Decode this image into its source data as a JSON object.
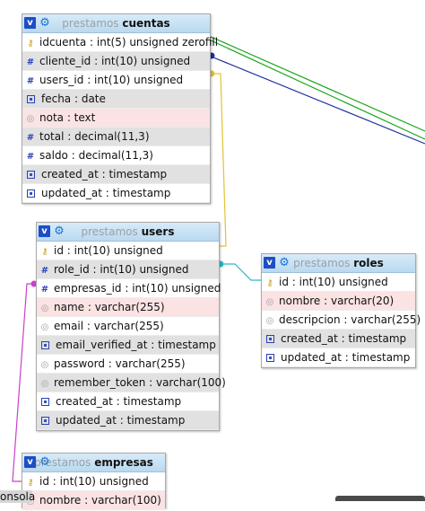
{
  "colors": {
    "link_green": "#1aa51a",
    "link_blue": "#1c2f9e",
    "link_yellow": "#e2c333",
    "link_cyan": "#27b9c7",
    "link_magenta": "#cc3fcc"
  },
  "tables": {
    "cuentas": {
      "db": "prestamos",
      "name": "cuentas",
      "rows": [
        {
          "icon": "key-icon",
          "text": "idcuenta : int(5) unsigned zerofill"
        },
        {
          "icon": "number-icon",
          "text": "cliente_id : int(10) unsigned"
        },
        {
          "icon": "number-icon",
          "text": "users_id : int(10) unsigned"
        },
        {
          "icon": "datetime-icon",
          "text": "fecha : date"
        },
        {
          "icon": "text-icon",
          "text": "nota : text"
        },
        {
          "icon": "number-icon",
          "text": "total : decimal(11,3)"
        },
        {
          "icon": "number-icon",
          "text": "saldo : decimal(11,3)"
        },
        {
          "icon": "datetime-icon",
          "text": "created_at : timestamp"
        },
        {
          "icon": "datetime-icon",
          "text": "updated_at : timestamp"
        }
      ]
    },
    "users": {
      "db": "prestamos",
      "name": "users",
      "rows": [
        {
          "icon": "key-icon",
          "text": "id : int(10) unsigned"
        },
        {
          "icon": "number-icon",
          "text": "role_id : int(10) unsigned"
        },
        {
          "icon": "number-icon",
          "text": "empresas_id : int(10) unsigned"
        },
        {
          "icon": "text-icon",
          "text": "name : varchar(255)"
        },
        {
          "icon": "text-icon",
          "text": "email : varchar(255)"
        },
        {
          "icon": "datetime-icon",
          "text": "email_verified_at : timestamp"
        },
        {
          "icon": "text-icon",
          "text": "password : varchar(255)"
        },
        {
          "icon": "text-icon",
          "text": "remember_token : varchar(100)"
        },
        {
          "icon": "datetime-icon",
          "text": "created_at : timestamp"
        },
        {
          "icon": "datetime-icon",
          "text": "updated_at : timestamp"
        }
      ]
    },
    "roles": {
      "db": "prestamos",
      "name": "roles",
      "rows": [
        {
          "icon": "key-icon",
          "text": "id : int(10) unsigned"
        },
        {
          "icon": "text-icon",
          "text": "nombre : varchar(20)"
        },
        {
          "icon": "text-icon",
          "text": "descripcion : varchar(255)"
        },
        {
          "icon": "datetime-icon",
          "text": "created_at : timestamp"
        },
        {
          "icon": "datetime-icon",
          "text": "updated_at : timestamp"
        }
      ]
    },
    "empresas": {
      "db": "prestamos",
      "name": "empresas",
      "rows": [
        {
          "icon": "key-icon",
          "text": "id : int(10) unsigned"
        },
        {
          "icon": "text-icon",
          "text": "nombre : varchar(100)"
        }
      ]
    }
  },
  "tooltip": {
    "text": "onsola"
  },
  "toggle_glyph": "v",
  "gear_glyph": "⚙"
}
